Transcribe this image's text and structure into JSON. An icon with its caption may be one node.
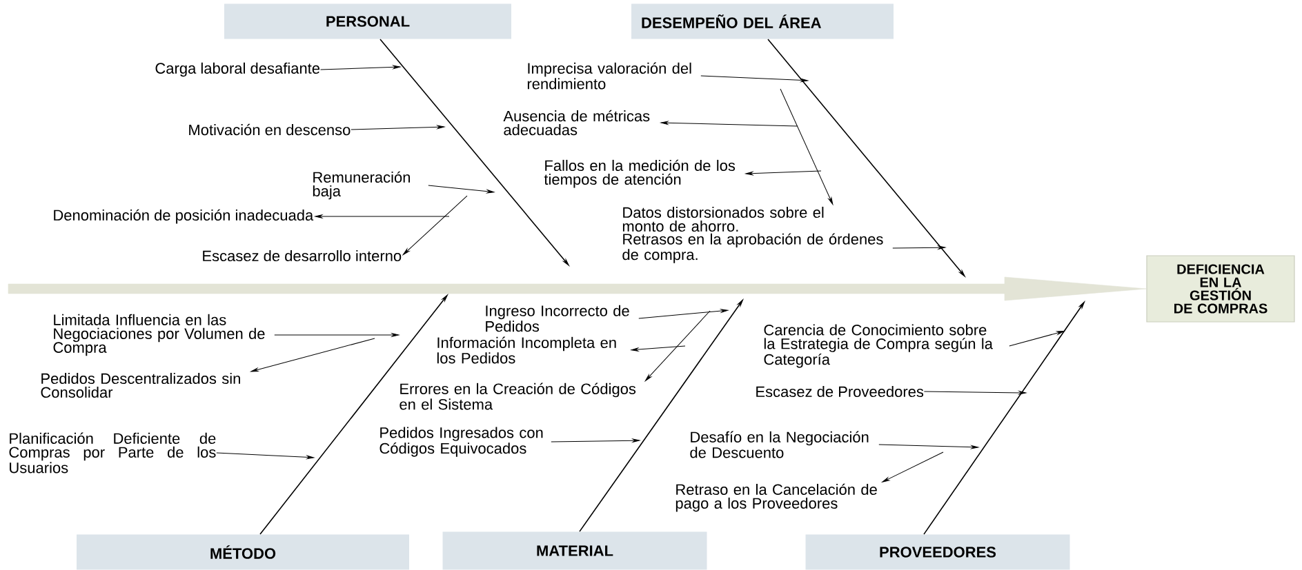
{
  "diagram": {
    "nodes": [
      {
        "text": [
          "PERSONAL"
        ]
      },
      {
        "text": [
          "DESEMPEÑO DEL ÁREA"
        ]
      },
      {
        "text": [
          "MÉTODO"
        ]
      },
      {
        "text": [
          "MATERIAL"
        ]
      },
      {
        "text": [
          "PROVEEDORES"
        ]
      },
      {
        "text": [
          "DEFICIENCIA EN LA GESTIÓN DE COMPRAS"
        ]
      },
      {
        "text": [
          "Carga laboral desafiante"
        ]
      },
      {
        "text": [
          "Motivación en descenso"
        ]
      },
      {
        "text": [
          "Remuneración baja"
        ]
      },
      {
        "text": [
          "Denominación de posición inadecuada"
        ]
      },
      {
        "text": [
          "Escasez de desarrollo interno"
        ]
      },
      {
        "text": [
          "Imprecisa valoración del rendimiento"
        ]
      },
      {
        "text": [
          "Ausencia de métricas adecuadas"
        ]
      },
      {
        "text": [
          "Fallos en la medición de los tiempos de atención"
        ]
      },
      {
        "text": [
          "Datos distorsionados sobre el monto de ahorro."
        ]
      },
      {
        "text": [
          "Retrasos en la aprobación de órdenes de compra."
        ]
      },
      {
        "text": [
          "Limitada Influencia en las Negociaciones por Volumen de Compra"
        ]
      },
      {
        "text": [
          "Pedidos Descentralizados sin Consolidar"
        ]
      },
      {
        "text": [
          "Planificación Deficiente de Compras por Parte de los Usuarios"
        ]
      },
      {
        "text": [
          "Ingreso Incorrecto de Pedidos"
        ]
      },
      {
        "text": [
          "Información Incompleta en los Pedidos"
        ]
      },
      {
        "text": [
          "Errores en la Creación de Códigos en el Sistema"
        ]
      },
      {
        "text": [
          "Pedidos Ingresados con Códigos Equivocados"
        ]
      },
      {
        "text": [
          "Carencia de Conocimiento sobre la Estrategia de Compra según la Categoría"
        ]
      },
      {
        "text": [
          "Escasez de Proveedores"
        ]
      },
      {
        "text": [
          "Desafío en la Negociación de Descuento"
        ]
      },
      {
        "text": [
          "Retraso en la Cancelación de pago a los Proveedores"
        ]
      }
    ],
    "edges": [
      {
        "from": null,
        "to": 5,
        "arrow": "to",
        "style": "thick",
        "color": "#e3e4d6"
      },
      {
        "from": 0,
        "to": null,
        "arrow": "to"
      },
      {
        "from": 1,
        "to": null,
        "arrow": "to"
      },
      {
        "from": 2,
        "to": null,
        "arrow": "to"
      },
      {
        "from": 3,
        "to": null,
        "arrow": "to"
      },
      {
        "from": 4,
        "to": null,
        "arrow": "to"
      },
      {
        "from": 6,
        "to": null,
        "arrow": "to"
      },
      {
        "from": 7,
        "to": null,
        "arrow": "to"
      },
      {
        "from": 8,
        "to": null,
        "arrow": "to"
      },
      {
        "from": null,
        "to": 9,
        "arrow": "to"
      },
      {
        "from": null,
        "to": 10,
        "arrow": "to"
      },
      {
        "from": 11,
        "to": null,
        "arrow": "to"
      },
      {
        "from": null,
        "to": 12,
        "arrow": "to"
      },
      {
        "from": null,
        "to": 13,
        "arrow": "to"
      },
      {
        "from": null,
        "to": 14,
        "arrow": "to"
      },
      {
        "from": 15,
        "to": null,
        "arrow": "to"
      },
      {
        "from": 16,
        "to": null,
        "arrow": "to"
      },
      {
        "from": null,
        "to": 17,
        "arrow": "to"
      },
      {
        "from": 18,
        "to": null,
        "arrow": "to"
      },
      {
        "from": 19,
        "to": null,
        "arrow": "to"
      },
      {
        "from": null,
        "to": 20,
        "arrow": "to"
      },
      {
        "from": null,
        "to": 21,
        "arrow": "to"
      },
      {
        "from": 22,
        "to": null,
        "arrow": "to"
      },
      {
        "from": 23,
        "to": null,
        "arrow": "to"
      },
      {
        "from": 24,
        "to": null,
        "arrow": "to"
      },
      {
        "from": 25,
        "to": null,
        "arrow": "to"
      },
      {
        "from": null,
        "to": 26,
        "arrow": "to"
      }
    ]
  }
}
